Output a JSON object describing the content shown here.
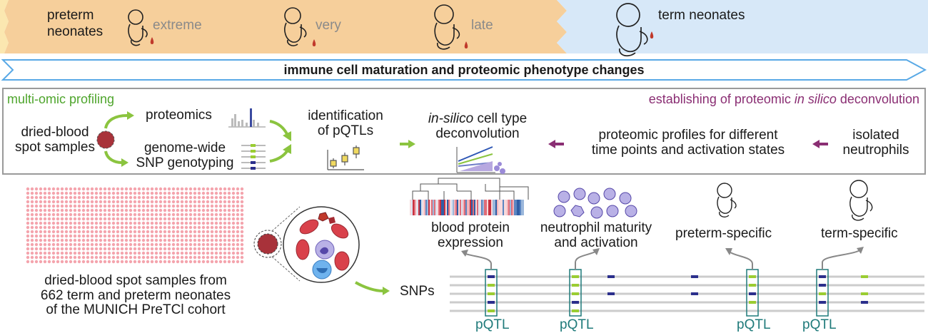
{
  "colors": {
    "preterm_band": "#f6cf9b",
    "term_band": "#d7e8f8",
    "arrow_border": "#59a9e6",
    "green": "#8bc43f",
    "green_text": "#4ea52c",
    "purple": "#8a2e73",
    "teal": "#1f7a7a",
    "snp_blue": "#2b2f8c",
    "snp_green": "#9acd32",
    "blood": "#c0392b",
    "spot_pink": "#f4a4ad"
  },
  "top": {
    "preterm_label_line1": "preterm",
    "preterm_label_line2": "neonates",
    "extreme": "extreme",
    "very": "very",
    "late": "late",
    "term": "term neonates",
    "arrow_label": "immune cell maturation and proteomic phenotype changes"
  },
  "profiling": {
    "left_title": "multi-omic profiling",
    "right_title_pre": "establishing of proteomic ",
    "right_title_em": "in silico",
    "right_title_post": " deconvolution",
    "dbs_line1": "dried-blood",
    "dbs_line2": "spot samples",
    "proteomics": "proteomics",
    "geno_line1": "genome-wide",
    "geno_line2": "SNP genotyping",
    "pqtl_line1": "identification",
    "pqtl_line2": "of pQTLs",
    "deconv_line1_em": "in-silico",
    "deconv_line1_post": " cell type",
    "deconv_line2": "deconvolution",
    "profiles_line1": "proteomic profiles for different",
    "profiles_line2": "time points and activation states",
    "neutro_line1": "isolated",
    "neutro_line2": "neutrophils"
  },
  "bottom": {
    "cohort_line1": "dried-blood spot samples from",
    "cohort_line2": "662 term and preterm neonates",
    "cohort_line3": "of the MUNICH PreTCl cohort",
    "snps": "SNPs",
    "blood_protein_line1": "blood protein",
    "blood_protein_line2": "expression",
    "neutro_mat_line1": "neutrophil maturity",
    "neutro_mat_line2": "and activation",
    "preterm_specific": "preterm-specific",
    "term_specific": "term-specific",
    "pqtl": "pQTL"
  }
}
